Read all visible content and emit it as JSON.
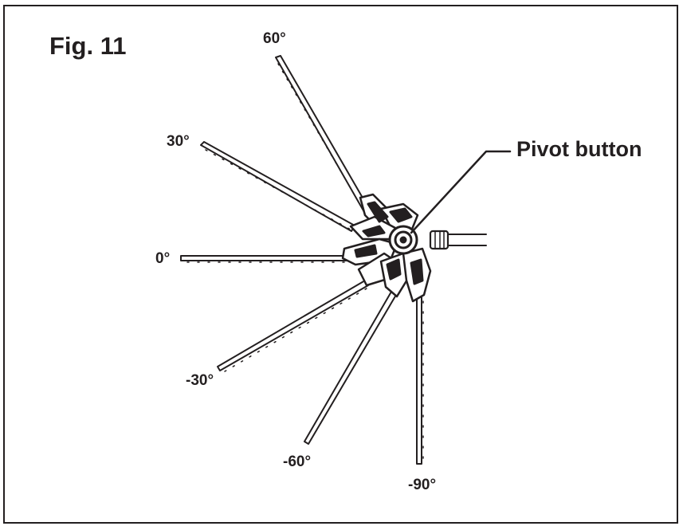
{
  "figure": {
    "title": "Fig. 11"
  },
  "callout": {
    "label": "Pivot button"
  },
  "angles": {
    "a60": "60°",
    "a30": "30°",
    "a0": "0°",
    "m30": "-30°",
    "m60": "-60°",
    "m90": "-90°"
  },
  "colors": {
    "ink": "#231f20",
    "background": "#ffffff"
  }
}
